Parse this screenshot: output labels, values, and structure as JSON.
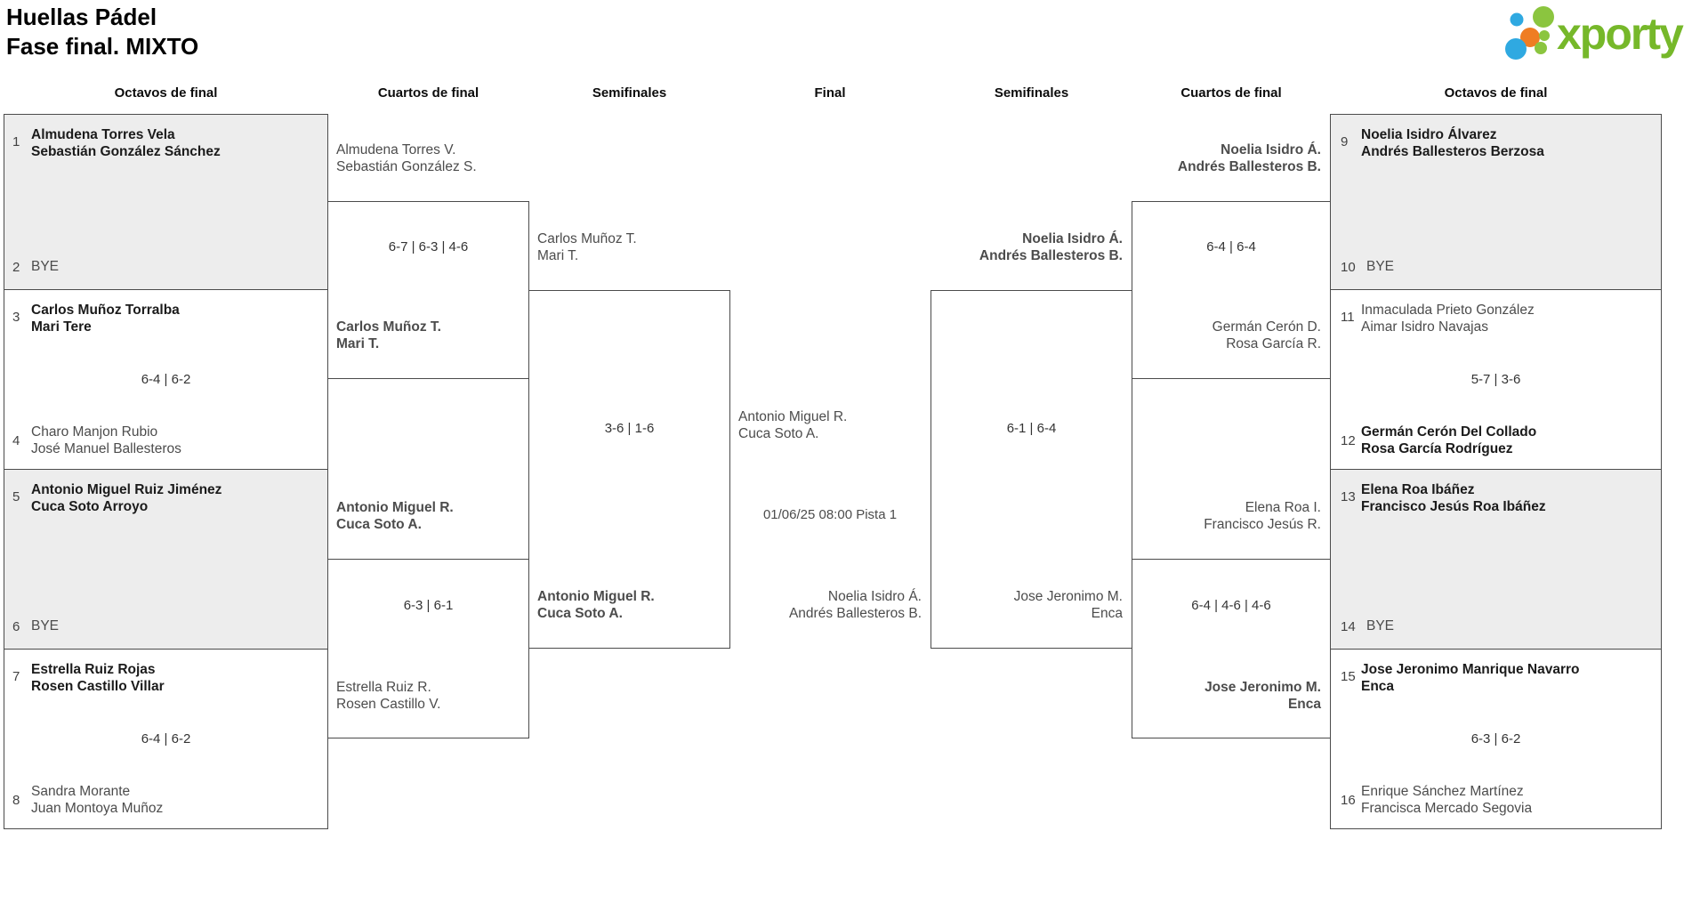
{
  "header": {
    "title_line1": "Huellas Pádel",
    "title_line2": "Fase final. MIXTO"
  },
  "logo": {
    "brand": "xporty"
  },
  "colors": {
    "brand_green": "#76b82a",
    "dot_blue": "#2fa9e1",
    "dot_orange": "#ef7d23",
    "dot_green": "#8bc53f",
    "box_border": "#4b4b4b",
    "shaded_box": "#ededed"
  },
  "round_headers": {
    "r16_left": "Octavos de final",
    "qf_left": "Cuartos de final",
    "sf_left": "Semifinales",
    "final": "Final",
    "sf_right": "Semifinales",
    "qf_right": "Cuartos de final",
    "r16_right": "Octavos de final"
  },
  "octavos_left": [
    {
      "seed_top": "1",
      "top1": "Almudena Torres Vela",
      "top2": "Sebastián González Sánchez",
      "score": "",
      "seed_bottom": "2",
      "bot1": "BYE",
      "bot2": ""
    },
    {
      "seed_top": "3",
      "top1": "Carlos Muñoz Torralba",
      "top2": "Mari Tere",
      "score": "6-4 | 6-2",
      "seed_bottom": "4",
      "bot1": "Charo Manjon Rubio",
      "bot2": "José Manuel Ballesteros"
    },
    {
      "seed_top": "5",
      "top1": "Antonio Miguel Ruiz Jiménez",
      "top2": "Cuca Soto Arroyo",
      "score": "",
      "seed_bottom": "6",
      "bot1": "BYE",
      "bot2": ""
    },
    {
      "seed_top": "7",
      "top1": "Estrella Ruiz Rojas",
      "top2": "Rosen Castillo Villar",
      "score": "6-4 | 6-2",
      "seed_bottom": "8",
      "bot1": "Sandra Morante",
      "bot2": "Juan Montoya Muñoz"
    }
  ],
  "octavos_right": [
    {
      "seed_top": "9",
      "top1": "Noelia Isidro Álvarez",
      "top2": "Andrés Ballesteros Berzosa",
      "score": "",
      "seed_bottom": "10",
      "bot1": "BYE",
      "bot2": ""
    },
    {
      "seed_top": "11",
      "top1": "Inmaculada Prieto González",
      "top2": "Aimar Isidro Navajas",
      "score": "5-7 | 3-6",
      "seed_bottom": "12",
      "bot1": "Germán Cerón Del Collado",
      "bot2": "Rosa García Rodríguez"
    },
    {
      "seed_top": "13",
      "top1": "Elena Roa Ibáñez",
      "top2": "Francisco Jesús Roa Ibáñez",
      "score": "",
      "seed_bottom": "14",
      "bot1": "BYE",
      "bot2": ""
    },
    {
      "seed_top": "15",
      "top1": "Jose Jeronimo Manrique Navarro",
      "top2": "Enca",
      "score": "6-3 | 6-2",
      "seed_bottom": "16",
      "bot1": "Enrique Sánchez Martínez",
      "bot2": "Francisca Mercado Segovia"
    }
  ],
  "quarters_left": [
    {
      "top1": "Almudena Torres V.",
      "top2": "Sebastián González S.",
      "score": "6-7 | 6-3 | 4-6",
      "bot1": "Carlos Muñoz T.",
      "bot2": "Mari T."
    },
    {
      "top1": "Antonio Miguel R.",
      "top2": "Cuca Soto A.",
      "score": "6-3 | 6-1",
      "bot1": "Estrella Ruiz R.",
      "bot2": "Rosen Castillo V."
    }
  ],
  "quarters_right": [
    {
      "top1": "Noelia Isidro Á.",
      "top2": "Andrés Ballesteros B.",
      "score": "6-4 | 6-4",
      "bot1": "Germán Cerón D.",
      "bot2": "Rosa García R."
    },
    {
      "top1": "Elena Roa I.",
      "top2": "Francisco Jesús R.",
      "score": "6-4 | 4-6 | 4-6",
      "bot1": "Jose Jeronimo M.",
      "bot2": "Enca"
    }
  ],
  "semis_left": {
    "top1": "Carlos Muñoz T.",
    "top2": "Mari T.",
    "score": "3-6 | 1-6",
    "bot1": "Antonio Miguel R.",
    "bot2": "Cuca Soto A."
  },
  "semis_right": {
    "top1": "Noelia Isidro Á.",
    "top2": "Andrés Ballesteros B.",
    "score": "6-1 | 6-4",
    "bot1": "Jose Jeronimo M.",
    "bot2": "Enca"
  },
  "final": {
    "top1": "Antonio Miguel R.",
    "top2": "Cuca Soto A.",
    "schedule": "01/06/25 08:00 Pista 1",
    "bot1": "Noelia Isidro Á.",
    "bot2": "Andrés Ballesteros B."
  }
}
